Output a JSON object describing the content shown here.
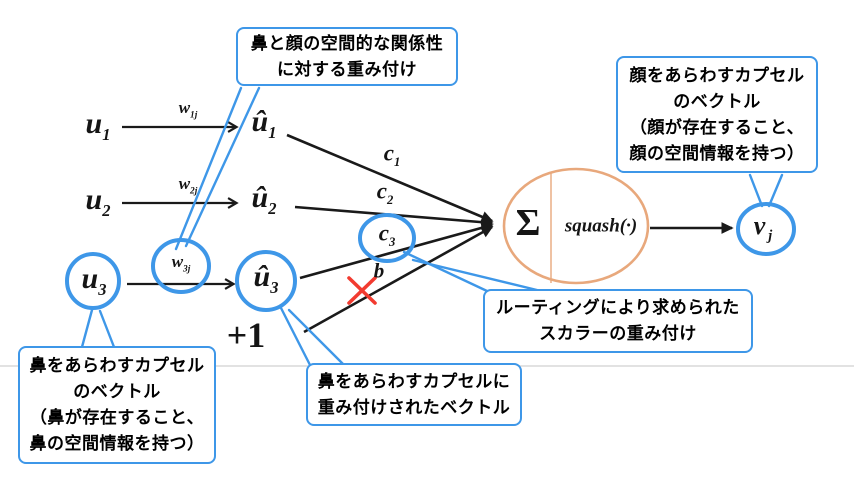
{
  "diagram": {
    "title": "capsule-network-routing-diagram",
    "nodes": {
      "u1": {
        "main": "u",
        "sub": "1"
      },
      "u2": {
        "main": "u",
        "sub": "2"
      },
      "u3": {
        "main": "u",
        "sub": "3"
      },
      "w1j": {
        "main": "w",
        "sub": "1j"
      },
      "w2j": {
        "main": "w",
        "sub": "2j"
      },
      "w3j": {
        "main": "w",
        "sub": "3j"
      },
      "u_hat1": {
        "main": "û",
        "sub": "1"
      },
      "u_hat2": {
        "main": "û",
        "sub": "2"
      },
      "u_hat3": {
        "main": "û",
        "sub": "3"
      },
      "c1": {
        "main": "c",
        "sub": "1"
      },
      "c2": {
        "main": "c",
        "sub": "2"
      },
      "c3": {
        "main": "c",
        "sub": "3"
      },
      "b": {
        "main": "b"
      },
      "bias": {
        "label": "+1"
      },
      "sum": {
        "label": "Σ"
      },
      "squash": {
        "label": "squash(·)"
      },
      "vj": {
        "main": "v",
        "sub": "j"
      }
    },
    "callouts": {
      "spatial_weight": {
        "lines": [
          "鼻と顔の空間的な関係性",
          "に対する重み付け"
        ]
      },
      "face_capsule": {
        "lines": [
          "顔をあらわすカプセル",
          "のベクトル",
          "（顔が存在すること、",
          "顔の空間情報を持つ）"
        ]
      },
      "nose_capsule": {
        "lines": [
          "鼻をあらわすカプセル",
          "のベクトル",
          "（鼻が存在すること、",
          "鼻の空間情報を持つ）"
        ]
      },
      "weighted_vector": {
        "lines": [
          "鼻をあらわすカプセルに",
          "重み付けされたベクトル"
        ]
      },
      "routing_weight": {
        "lines": [
          "ルーティングにより求められた",
          "スカラーの重み付け"
        ]
      }
    },
    "colors": {
      "highlight": "#3E97E8",
      "capsule": "#E8A87C",
      "cross": "#F23B30",
      "ink": "#1A1A1A",
      "gray": "#D9D9D9"
    }
  }
}
